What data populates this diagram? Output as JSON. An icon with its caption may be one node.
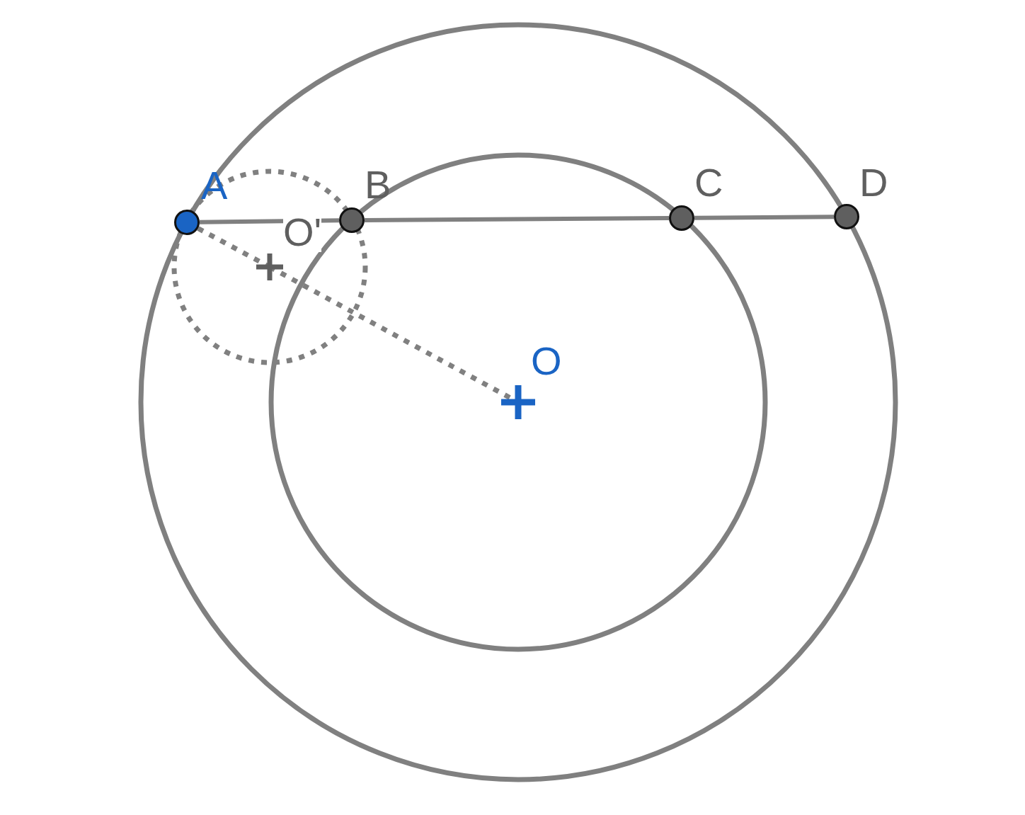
{
  "diagram": {
    "nodes": [
      {
        "text": [
          "A"
        ]
      },
      {
        "text": [
          "B"
        ]
      },
      {
        "text": [
          "C"
        ]
      },
      {
        "text": [
          "D"
        ]
      },
      {
        "text": [],
        "shape": "cross"
      },
      {
        "text": [
          "O"
        ]
      }
    ],
    "edges": [
      {
        "from": 0,
        "to": 1,
        "arrow": "none"
      },
      {
        "from": 1,
        "to": 2,
        "arrow": "none"
      },
      {
        "from": 2,
        "to": 3,
        "arrow": "none"
      },
      {
        "from": 0,
        "to": 4,
        "arrow": "none",
        "style": "dashed"
      },
      {
        "from": 4,
        "to": 5,
        "arrow": "none",
        "style": "dashed"
      }
    ],
    "labels": [
      "O'"
    ]
  }
}
